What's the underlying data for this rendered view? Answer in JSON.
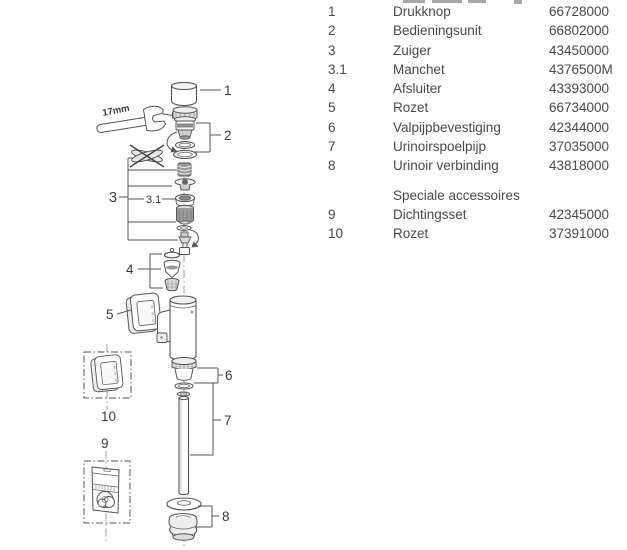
{
  "parts_list": {
    "rows": [
      {
        "num": "1",
        "name": "Drukknop",
        "part": "66728000"
      },
      {
        "num": "2",
        "name": "Bedieningsunit",
        "part": "66802000"
      },
      {
        "num": "3",
        "name": "Zuiger",
        "part": "43450000"
      },
      {
        "num": "3.1",
        "name": "Manchet",
        "part": "4376500M"
      },
      {
        "num": "4",
        "name": "Afsluiter",
        "part": "43393000"
      },
      {
        "num": "5",
        "name": "Rozet",
        "part": "66734000"
      },
      {
        "num": "6",
        "name": "Valpijpbevestiging",
        "part": "42344000"
      },
      {
        "num": "7",
        "name": "Urinoirspoelpijp",
        "part": "37035000"
      },
      {
        "num": "8",
        "name": "Urinoir verbinding",
        "part": "43818000"
      }
    ],
    "special_header": "Speciale accessoires",
    "special_rows": [
      {
        "num": "9",
        "name": "Dichtingsset",
        "part": "42345000"
      },
      {
        "num": "10",
        "name": "Rozet",
        "part": "37391000"
      }
    ]
  },
  "diagram": {
    "callouts": {
      "c1": "1",
      "c2": "2",
      "c3": "3",
      "c31": "3.1",
      "c4": "4",
      "c5": "5",
      "c6": "6",
      "c7": "7",
      "c8": "8",
      "c9": "9",
      "c10": "10"
    },
    "wrench_size": "17mm"
  },
  "colors": {
    "text": "#4a4a4a",
    "line": "#555555"
  }
}
